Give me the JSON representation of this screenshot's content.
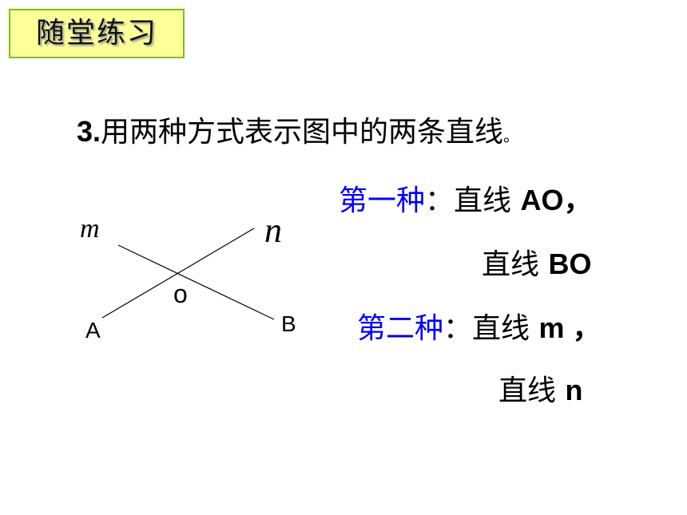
{
  "title": "随堂练习",
  "question": {
    "number": "3.",
    "text": "用两种方式表示图中的两条直线",
    "end": "。"
  },
  "answers": {
    "first_method": "第一种",
    "first_line1": "直线",
    "first_line1_name": "AO，",
    "first_line2": "直线",
    "first_line2_name": "BO",
    "second_method": "第二种",
    "second_line1": "直线",
    "second_line1_name": "m ，",
    "second_line2": "直线",
    "second_line2_name": "n",
    "colon": "："
  },
  "figure": {
    "label_m": "m",
    "label_n": "n",
    "label_o": "o",
    "label_a": "A",
    "label_b": "B"
  },
  "colors": {
    "title_bg": "#ffff99",
    "title_border": "#7cbf1e",
    "method_blue": "#0000ee"
  }
}
